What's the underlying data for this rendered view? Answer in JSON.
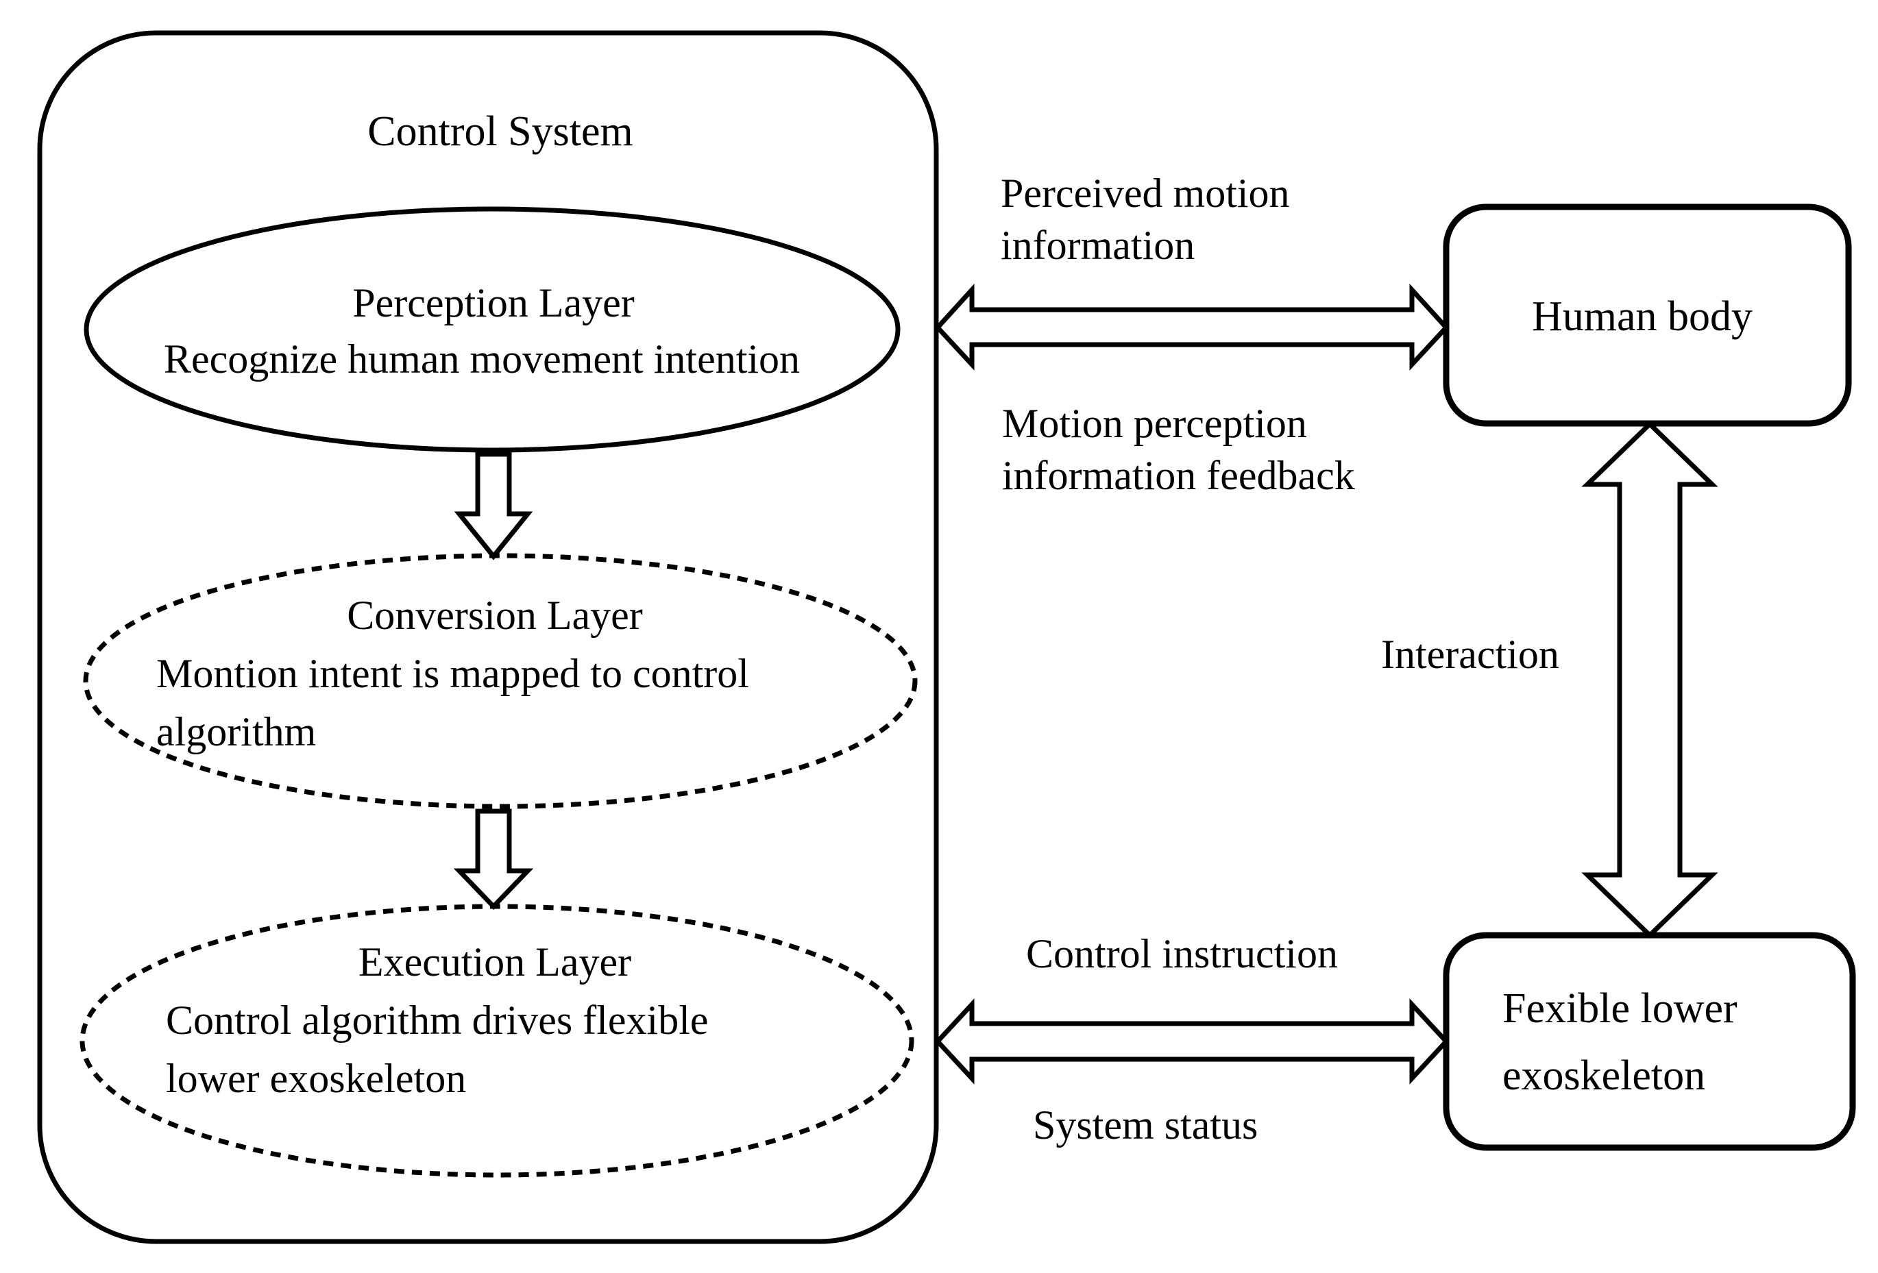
{
  "control_system": {
    "title": "Control System",
    "perception": {
      "line1": "Perception Layer",
      "line2": "Recognize human movement intention"
    },
    "conversion": {
      "line1": "Conversion Layer",
      "line2": "Montion intent is mapped to control",
      "line3": "algorithm"
    },
    "execution": {
      "line1": "Execution Layer",
      "line2": "Control algorithm drives flexible",
      "line3": "lower exoskeleton"
    }
  },
  "human_body": {
    "label": "Human body"
  },
  "exoskeleton": {
    "line1": "Fexible lower",
    "line2": "exoskeleton"
  },
  "labels": {
    "perceived": {
      "line1": "Perceived motion",
      "line2": "information"
    },
    "feedback": {
      "line1": "Motion perception",
      "line2": "information feedback"
    },
    "interaction": "Interaction",
    "control_instruction": "Control instruction",
    "system_status": "System status"
  },
  "colors": {
    "ink": "#000000",
    "background": "#ffffff"
  }
}
